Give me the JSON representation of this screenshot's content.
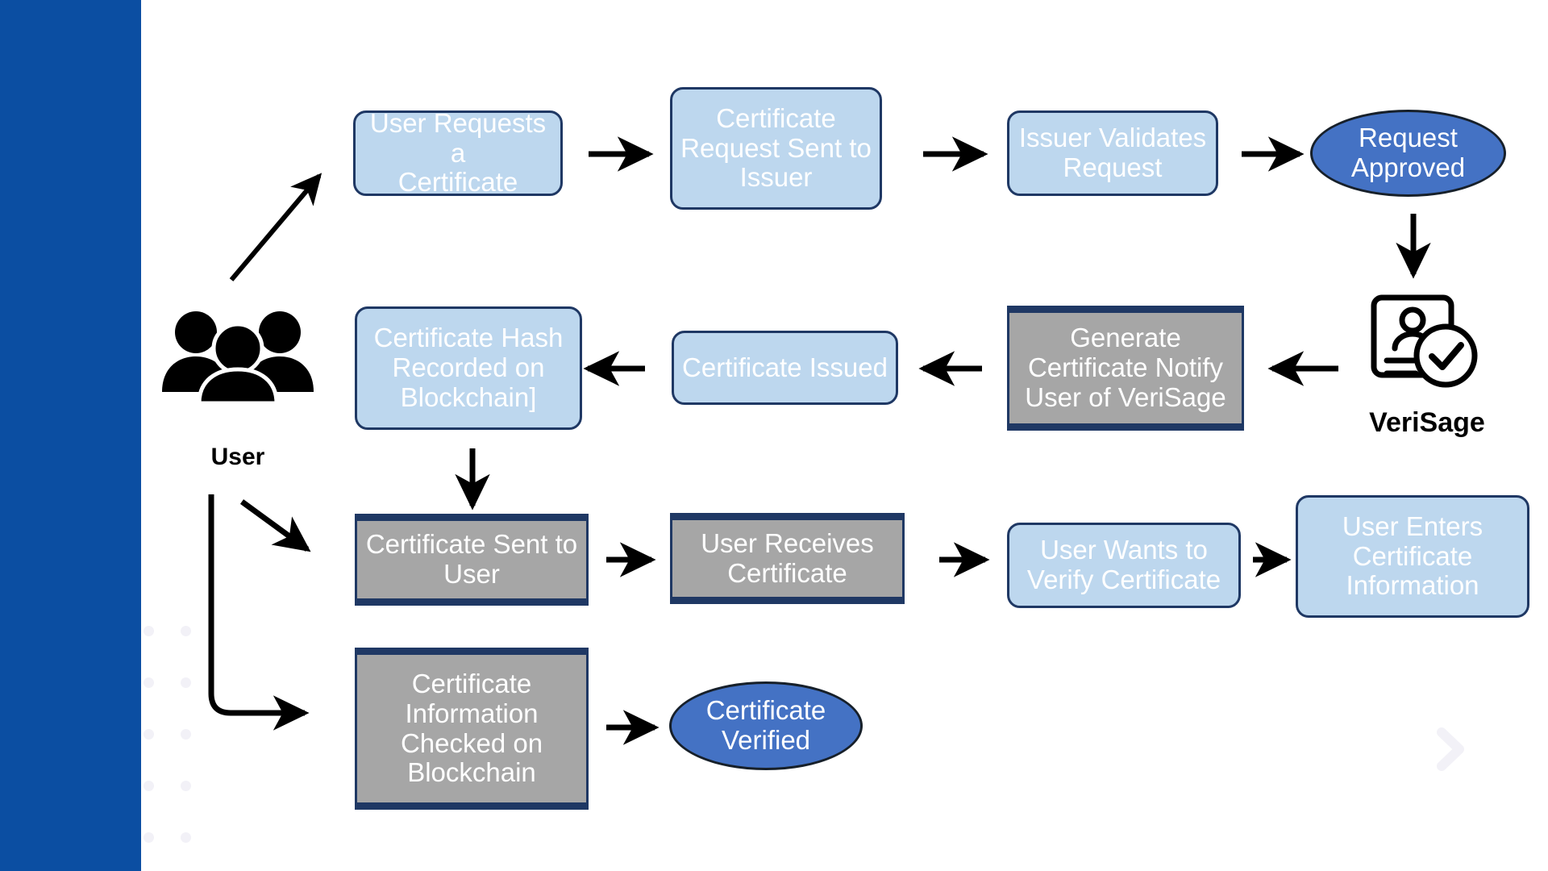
{
  "page": {
    "title": "Certificate Issuance and Verification Flow",
    "background_color": "#FFFFFF",
    "accent_sidebar_color": "#0B4EA2",
    "process_fill_color": "#BDD7EE",
    "process_border_color": "#1F3864",
    "grey_fill_color": "#A6A6A6",
    "ellipse_fill_color": "#4472C4",
    "text_color": "#FFFFFF",
    "decor_color": "#F2F1F7"
  },
  "actors": {
    "user": {
      "label": "User",
      "icon": "users-group-icon"
    },
    "verisage": {
      "label": "VeriSage",
      "icon": "id-card-verified-icon"
    }
  },
  "flow": {
    "row1": [
      {
        "id": "user-requests-certificate",
        "label": "User Requests a\nCertificate",
        "shape": "process"
      },
      {
        "id": "certificate-request-sent-to-issuer",
        "label": "Certificate\nRequest Sent to\nIssuer",
        "shape": "process"
      },
      {
        "id": "issuer-validates-request",
        "label": "Issuer Validates\nRequest",
        "shape": "process"
      },
      {
        "id": "request-approved",
        "label": "Request\nApproved",
        "shape": "ellipse"
      }
    ],
    "row2": [
      {
        "id": "certificate-hash-recorded-on-blockchain",
        "label": "Certificate Hash\nRecorded on\nBlockchain]",
        "shape": "process"
      },
      {
        "id": "certificate-issued",
        "label": "Certificate Issued",
        "shape": "process"
      },
      {
        "id": "generate-certificate-notify-user-of-verisage",
        "label": "Generate\nCertificate Notify\nUser of VeriSage",
        "shape": "grey"
      }
    ],
    "row3": [
      {
        "id": "certificate-sent-to-user",
        "label": "Certificate Sent to\nUser",
        "shape": "grey"
      },
      {
        "id": "user-receives-certificate",
        "label": "User Receives\nCertificate",
        "shape": "grey"
      },
      {
        "id": "user-wants-to-verify-certificate",
        "label": "User Wants to\nVerify Certificate",
        "shape": "process"
      },
      {
        "id": "user-enters-certificate-information",
        "label": "User Enters\nCertificate\nInformation",
        "shape": "process"
      }
    ],
    "row4": [
      {
        "id": "certificate-information-checked-on-blockchain",
        "label": "Certificate\nInformation\nChecked on\nBlockchain",
        "shape": "grey"
      },
      {
        "id": "certificate-verified",
        "label": "Certificate\nVerified",
        "shape": "ellipse"
      }
    ]
  },
  "connectors": [
    {
      "id": "user-to-request",
      "direction": "up-right"
    },
    {
      "id": "request-to-sent",
      "direction": "right"
    },
    {
      "id": "sent-to-validate",
      "direction": "right"
    },
    {
      "id": "validate-to-approved",
      "direction": "right"
    },
    {
      "id": "approved-to-verisage",
      "direction": "down"
    },
    {
      "id": "verisage-to-generate",
      "direction": "left"
    },
    {
      "id": "generate-to-issued",
      "direction": "left"
    },
    {
      "id": "issued-to-hash",
      "direction": "left"
    },
    {
      "id": "hash-to-sent-to-user",
      "direction": "down"
    },
    {
      "id": "user-to-sent-to-user",
      "direction": "down-right"
    },
    {
      "id": "sent-to-user-to-receives",
      "direction": "right"
    },
    {
      "id": "receives-to-wants-verify",
      "direction": "right"
    },
    {
      "id": "wants-verify-to-enters-info",
      "direction": "right"
    },
    {
      "id": "user-to-info-checked",
      "direction": "elbow-down-right"
    },
    {
      "id": "info-checked-to-verified",
      "direction": "right"
    }
  ]
}
